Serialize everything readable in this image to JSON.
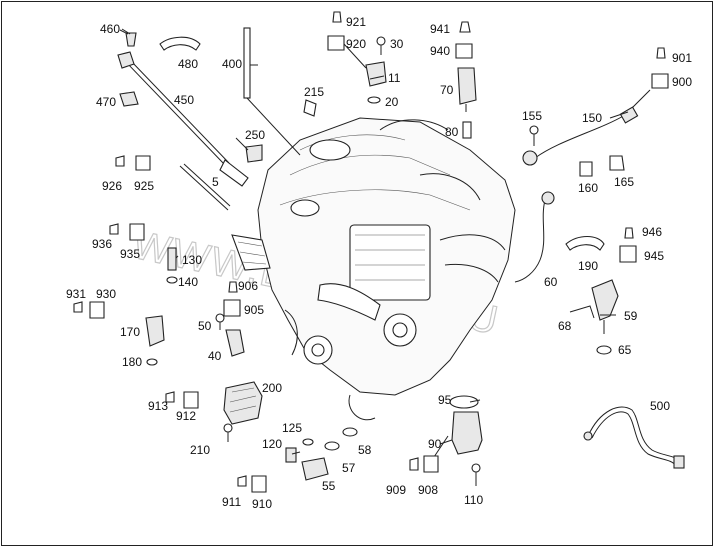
{
  "watermark": "WWW.EPARTS.RU",
  "labels": {
    "l460": "460",
    "l480": "480",
    "l470": "470",
    "l450": "450",
    "l400": "400",
    "l921": "921",
    "l920": "920",
    "l30": "30",
    "l11": "11",
    "l20": "20",
    "l941": "941",
    "l940": "940",
    "l70": "70",
    "l80": "80",
    "l901": "901",
    "l900": "900",
    "l155": "155",
    "l150": "150",
    "l160": "160",
    "l165": "165",
    "l215": "215",
    "l250": "250",
    "l926": "926",
    "l925": "925",
    "l5": "5",
    "l936": "936",
    "l935": "935",
    "l130": "130",
    "l140": "140",
    "l931": "931",
    "l930": "930",
    "l170": "170",
    "l180": "180",
    "l906": "906",
    "l905": "905",
    "l50": "50",
    "l40": "40",
    "l60": "60",
    "l190": "190",
    "l946": "946",
    "l945": "945",
    "l59": "59",
    "l68": "68",
    "l65": "65",
    "l200": "200",
    "l913": "913",
    "l912": "912",
    "l210": "210",
    "l125": "125",
    "l120": "120",
    "l57": "57",
    "l58": "58",
    "l55": "55",
    "l911": "911",
    "l910": "910",
    "l95": "95",
    "l90": "90",
    "l909": "909",
    "l908": "908",
    "l110": "110",
    "l500": "500"
  }
}
